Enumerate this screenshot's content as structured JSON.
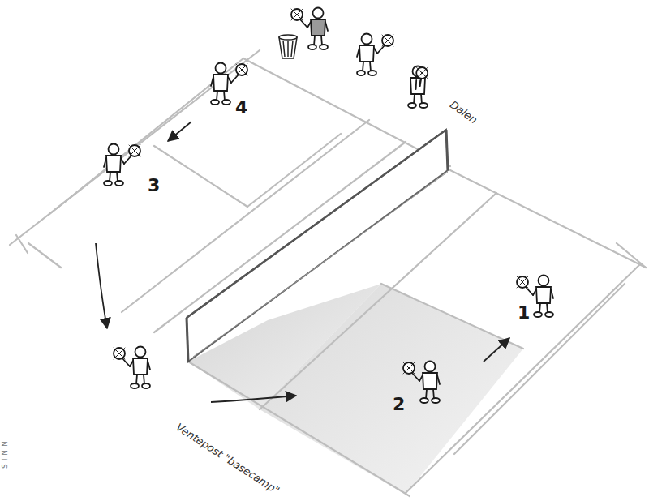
{
  "diagram": {
    "labels": [
      "Dalen",
      "4",
      "3",
      "1",
      "2",
      "Ventepost \"basecamp\"",
      "SINN"
    ]
  }
}
